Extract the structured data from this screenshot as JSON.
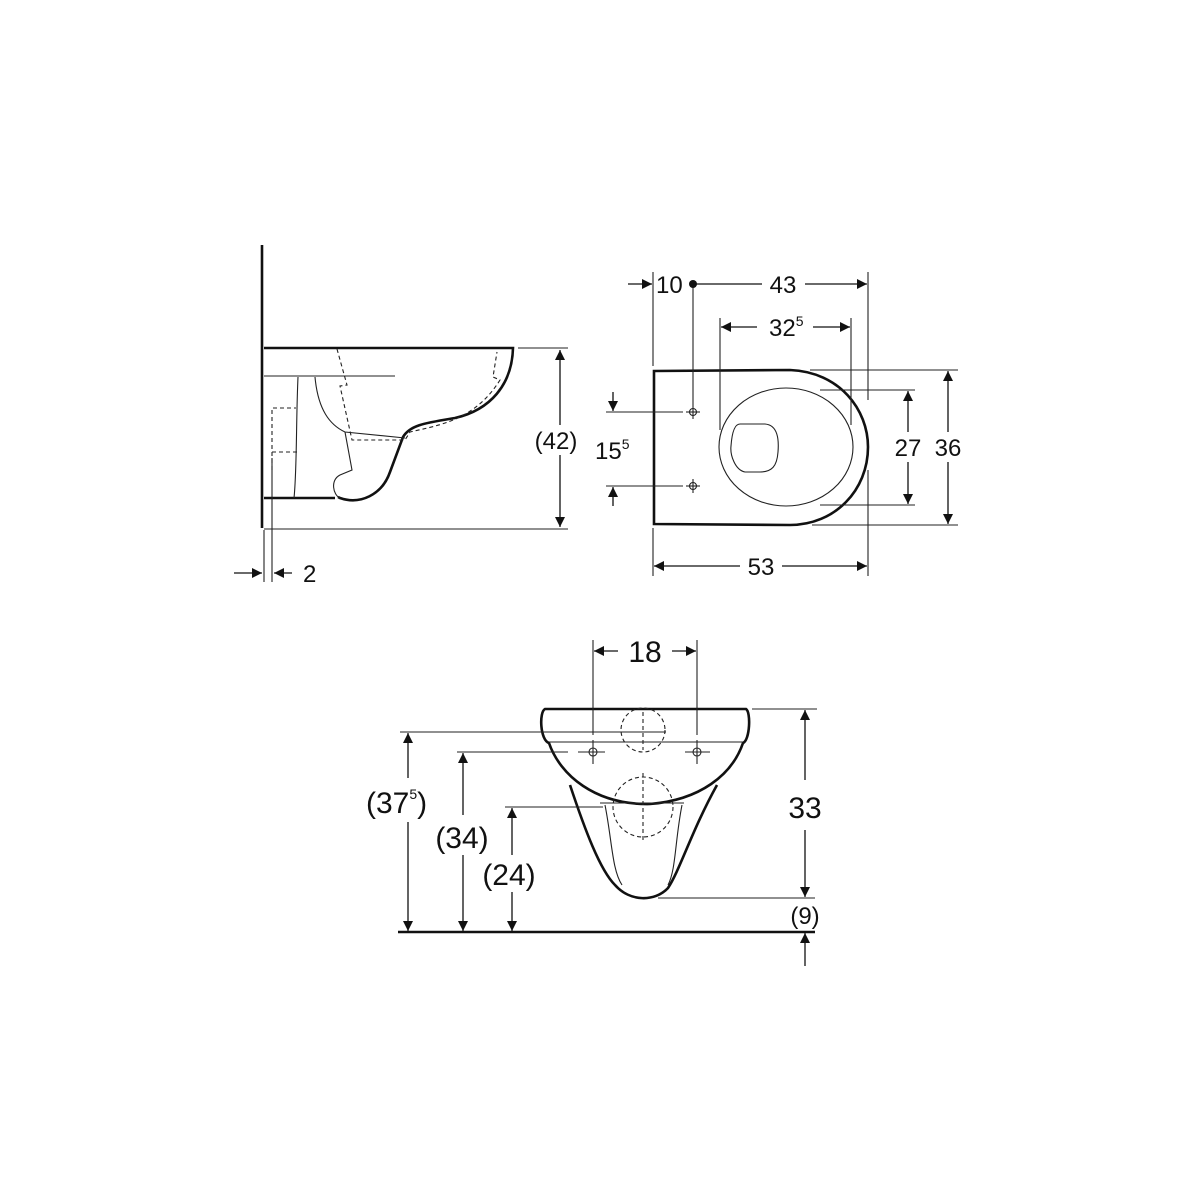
{
  "side_view": {
    "height_label": "(42)",
    "wall_gap_label": "2"
  },
  "top_view": {
    "wall_offset_label": "10",
    "fixing_to_front_label": "43",
    "seat_length_main": "32",
    "seat_length_sup": "5",
    "fixing_spacing_main": "15",
    "fixing_spacing_sup": "5",
    "seat_width_label": "27",
    "total_width_label": "36",
    "total_length_label": "53"
  },
  "front_view": {
    "fixing_distance_label": "18",
    "height_375_main": "(37",
    "height_375_sup": "5",
    "height_375_close": ")",
    "height_34_label": "(34)",
    "height_24_label": "(24)",
    "bowl_height_label": "33",
    "floor_gap_label": "(9)"
  },
  "colors": {
    "line": "#111111",
    "background": "#ffffff"
  }
}
